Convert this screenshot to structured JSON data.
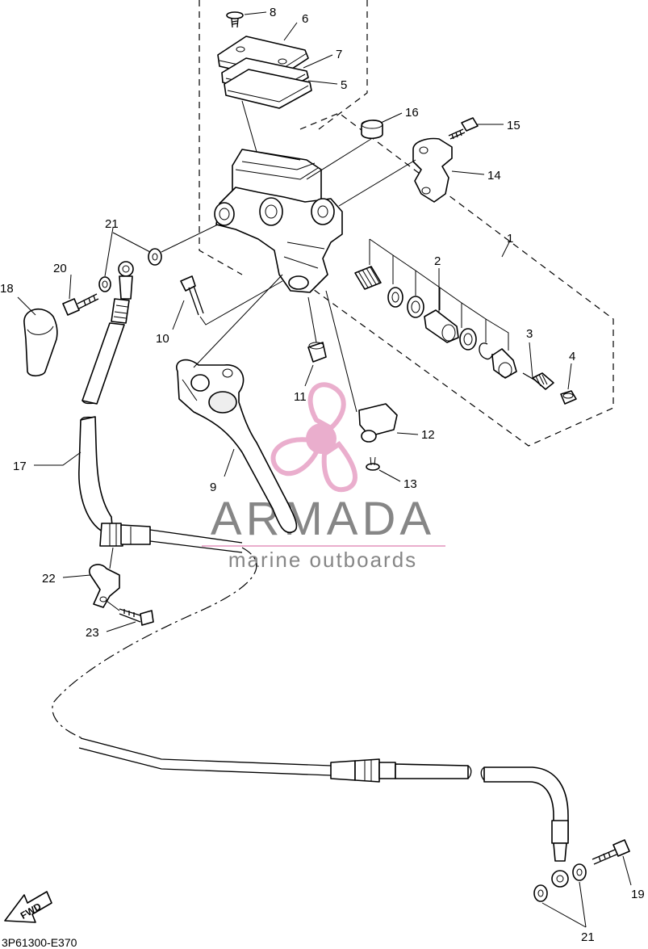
{
  "callouts": {
    "c1": "1",
    "c2": "2",
    "c3": "3",
    "c4": "4",
    "c5": "5",
    "c6": "6",
    "c7": "7",
    "c8": "8",
    "c9": "9",
    "c10": "10",
    "c11": "11",
    "c12": "12",
    "c13": "13",
    "c14": "14",
    "c15": "15",
    "c16": "16",
    "c17": "17",
    "c18": "18",
    "c19": "19",
    "c20": "20",
    "c21a": "21",
    "c21b": "21",
    "c22": "22",
    "c23": "23"
  },
  "diagram_code": "3P61300-E370",
  "fwd_label": "FWD",
  "watermark": {
    "title": "ARMADA",
    "subtitle": "marine outboards",
    "color": "#e8a6c8",
    "text_color": "#7a7a7a"
  }
}
